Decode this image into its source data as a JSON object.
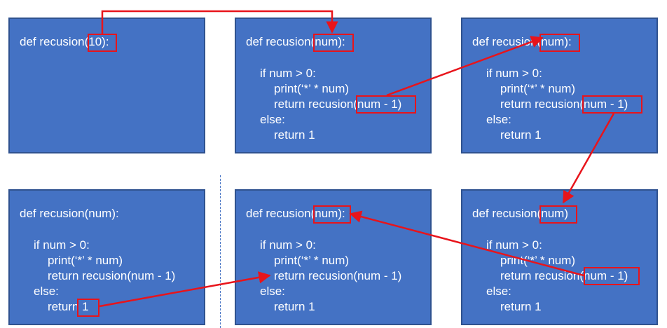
{
  "boxes": {
    "b1": {
      "line1": "def recusion(10):"
    },
    "b2": {
      "line1": "def recusion(num):",
      "line2": "if num > 0:",
      "line3": "print(‘*’ * num)",
      "line4": "return recusion(num - 1)",
      "line5": "else:",
      "line6": "return 1"
    },
    "b3": {
      "line1": "def recusion(num):",
      "line2": "if num > 0:",
      "line3": "print(‘*’ * num)",
      "line4": "return recusion(num - 1)",
      "line5": "else:",
      "line6": "return 1"
    },
    "b4": {
      "line1": "def recusion(num):",
      "line2": "if num > 0:",
      "line3": "print(‘*’ * num)",
      "line4": "return recusion(num - 1)",
      "line5": "else:",
      "line6": "return 1"
    },
    "b5": {
      "line1": "def recusion(num):",
      "line2": "if num > 0:",
      "line3": "print(‘*’ * num)",
      "line4": "return recusion(num - 1)",
      "line5": "else:",
      "line6": "return 1"
    },
    "b6": {
      "line1": "def recusion(num)",
      "line2": "if num > 0:",
      "line3": "print(‘*’ * num)",
      "line4": "return recusion(num - 1)",
      "line5": "else:",
      "line6": "return 1"
    }
  },
  "colors": {
    "box_fill": "#4472c4",
    "box_border": "#2f528f",
    "highlight": "#e8141b",
    "text": "#ffffff"
  }
}
